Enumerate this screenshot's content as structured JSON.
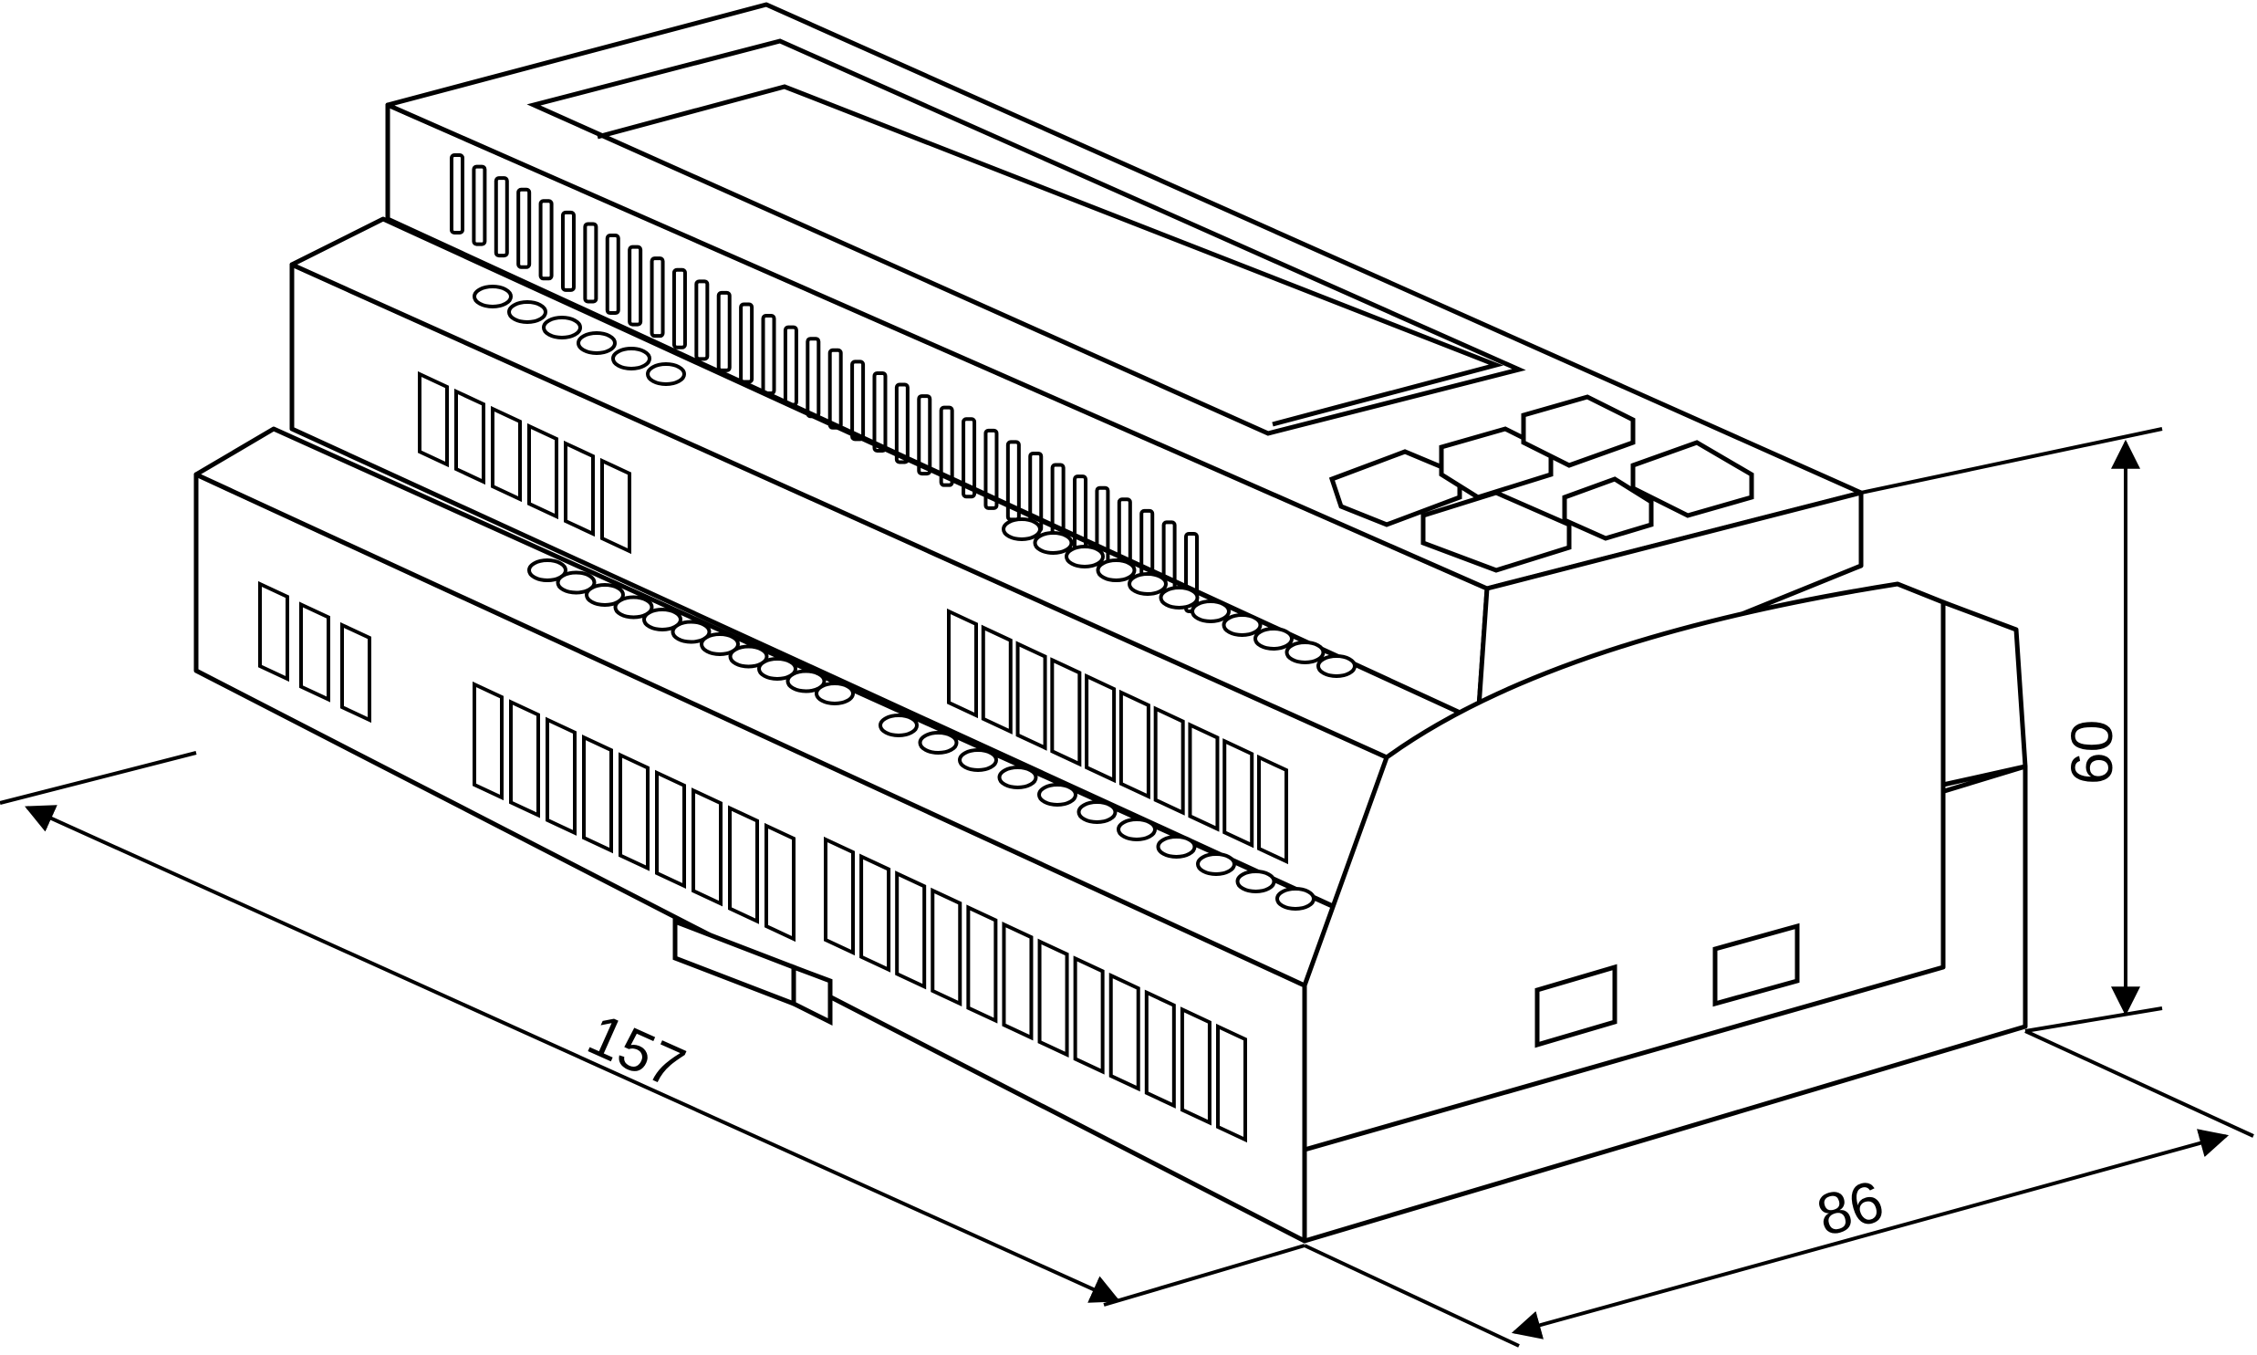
{
  "dimensions": {
    "length": "157",
    "depth": "86",
    "height": "60"
  },
  "colors": {
    "line": "#000000",
    "background": "#ffffff"
  },
  "device": {
    "display_buttons": 6,
    "top_slots": 34,
    "upper_led_row": 6,
    "middle_led_row": 11,
    "lower_led_row": 11,
    "front_left_terminals": 3,
    "front_left_block_terminals": 9,
    "front_right_block_terminals": 12
  }
}
